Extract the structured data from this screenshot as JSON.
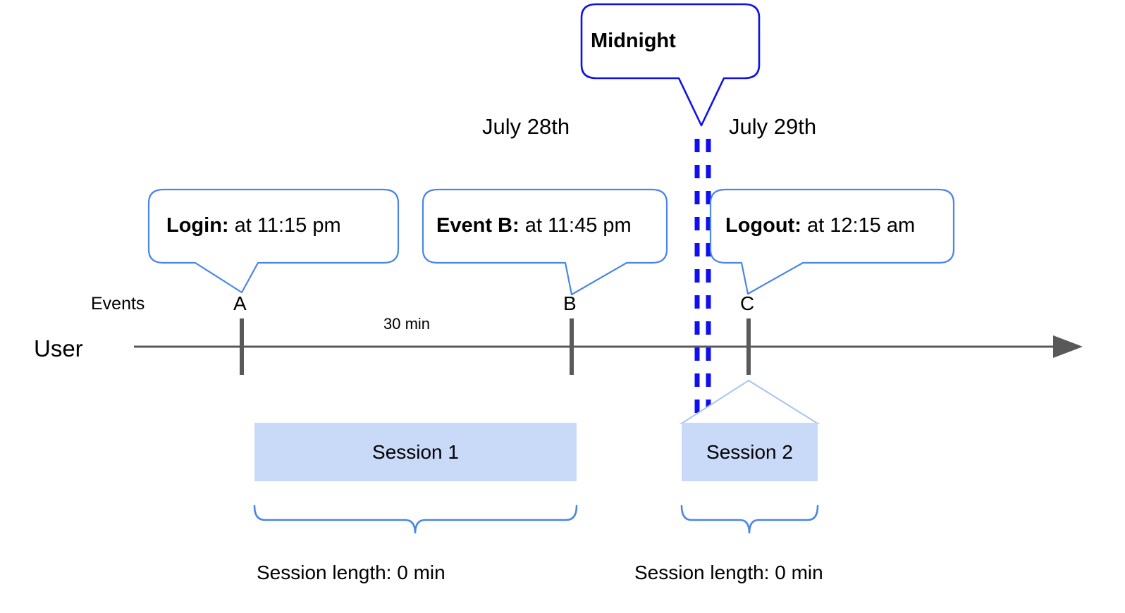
{
  "diagram": {
    "title_callout": {
      "label": "Midnight"
    },
    "dates": [
      {
        "label": "July 28th"
      },
      {
        "label": "July 29th"
      }
    ],
    "event_callouts": [
      {
        "bold": "Login:",
        "rest": " at 11:15 pm"
      },
      {
        "bold": "Event B:",
        "rest": " at 11:45 pm"
      },
      {
        "bold": "Logout:",
        "rest": " at 12:15 am"
      }
    ],
    "axis": {
      "row_label": "User",
      "events_label": "Events",
      "event_markers": [
        {
          "letter": "A"
        },
        {
          "letter": "B"
        },
        {
          "letter": "C"
        }
      ],
      "gap_label": "30 min"
    },
    "sessions": [
      {
        "label": "Session 1",
        "length_label": "Session length: 0 min"
      },
      {
        "label": "Session 2",
        "length_label": "Session length: 0 min"
      }
    ],
    "colors": {
      "callout_border": "#4a86e8",
      "midnight_border": "#1010ee",
      "midnight_divider": "#1010ee",
      "session_fill": "#c9daf8",
      "session_pointer": "#a8c4f0",
      "axis_line": "#595959",
      "tick": "#595959",
      "brace": "#4a86e8",
      "text": "#000000"
    }
  }
}
